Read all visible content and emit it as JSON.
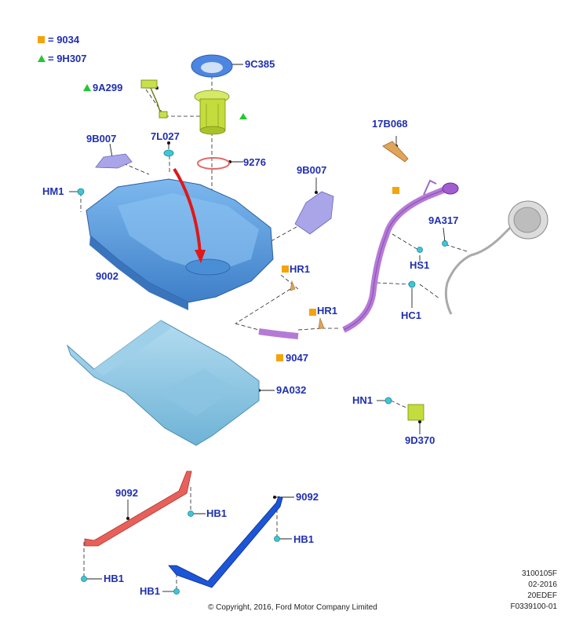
{
  "legend": [
    {
      "marker": "orange-square",
      "text": "= 9034"
    },
    {
      "marker": "green-triangle",
      "text": "= 9H307"
    }
  ],
  "labels": {
    "l_9C385": "9C385",
    "l_9A299": "9A299",
    "l_9B007a": "9B007",
    "l_7L027": "7L027",
    "l_9276": "9276",
    "l_17B068": "17B068",
    "l_HM1": "HM1",
    "l_9B007b": "9B007",
    "l_9A317": "9A317",
    "l_HS1": "HS1",
    "l_9002": "9002",
    "l_HR1a": "HR1",
    "l_HC1": "HC1",
    "l_HR1b": "HR1",
    "l_9047": "9047",
    "l_9A032": "9A032",
    "l_HN1": "HN1",
    "l_9D370": "9D370",
    "l_9092a": "9092",
    "l_9092b": "9092",
    "l_HB1a": "HB1",
    "l_HB1b": "HB1",
    "l_HB1c": "HB1",
    "l_HB1d": "HB1"
  },
  "footer": {
    "copyright": "© Copyright, 2016, Ford Motor Company Limited",
    "code_lines": [
      "3100105F",
      "02-2016",
      "20EDEF",
      "F0339100-01"
    ]
  },
  "colors": {
    "label": "#1f2fb0",
    "tank": "#5b9fe0",
    "shield": "#8cc9e6",
    "strap_left": "#e8605a",
    "strap_right": "#1c55d8",
    "filler_pipe": "#b57ad6",
    "pump": "#c8e04a",
    "arrow": "#e01818",
    "marker_orange": "#f5a30a",
    "marker_green": "#22c832"
  }
}
